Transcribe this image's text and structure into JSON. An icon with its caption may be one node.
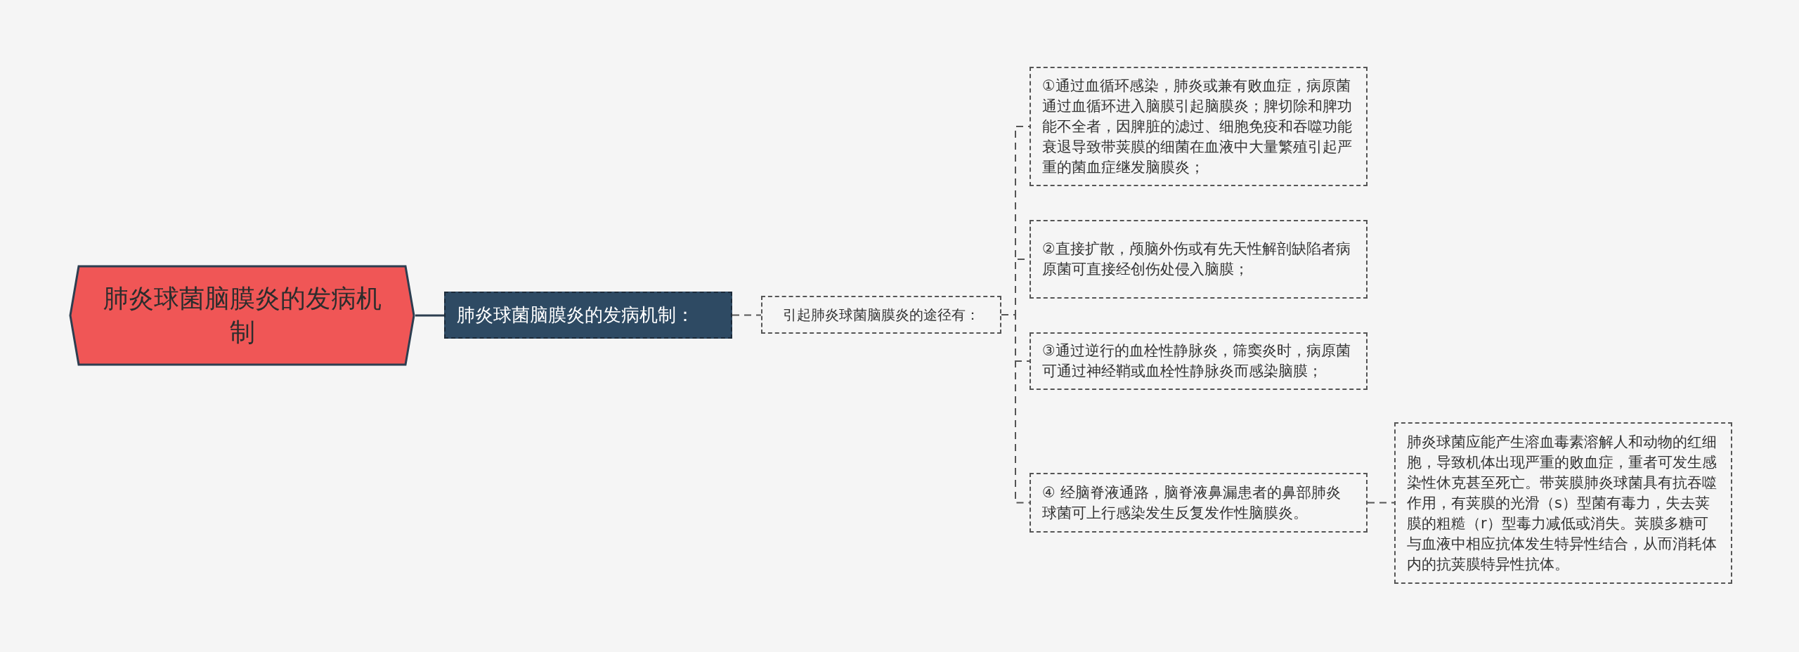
{
  "diagram": {
    "nodes": [
      {
        "text": [
          "肺炎球菌脑膜炎的发病机制"
        ]
      },
      {
        "text": [
          "肺炎球菌脑膜炎的发病机制："
        ]
      },
      {
        "text": [
          "引起肺炎球菌脑膜炎的途径有："
        ]
      },
      {
        "text": [
          "①通过血循环感染，肺炎或兼有败血症，病原菌通过血循环进入脑膜引起脑膜炎；脾切除和脾功能不全者，因脾脏的滤过、细胞免疫和吞噬功能衰退导致带荚膜的细菌在血液中大量繁殖引起严重的菌血症继发脑膜炎；"
        ]
      },
      {
        "text": [
          "②直接扩散，颅脑外伤或有先天性解剖缺陷者病原菌可直接经创伤处侵入脑膜；"
        ]
      },
      {
        "text": [
          "③通过逆行的血栓性静脉炎，筛窦炎时，病原菌可通过神经鞘或血栓性静脉炎而感染脑膜；"
        ]
      },
      {
        "text": [
          "④ 经脑脊液通路，脑脊液鼻漏患者的鼻部肺炎球菌可上行感染发生反复发作性脑膜炎。"
        ]
      },
      {
        "text": [
          "肺炎球菌应能产生溶血毒素溶解人和动物的红细胞，导致机体出现严重的败血症，重者可发生感染性休克甚至死亡。带荚膜肺炎球菌具有抗吞噬作用，有荚膜的光滑（s）型菌有毒力，失去荚膜的粗糙（r）型毒力减低或消失。荚膜多糖可与血液中相应抗体发生特异性结合，从而消耗体内的抗荚膜特异性抗体。"
        ]
      }
    ],
    "edges": [
      {
        "from": 0,
        "to": 1,
        "arrow": "none",
        "color": "#2d3e50"
      },
      {
        "from": 1,
        "to": 2,
        "arrow": "none",
        "style": "dashed"
      },
      {
        "from": 2,
        "to": 3,
        "arrow": "none",
        "style": "dashed"
      },
      {
        "from": 2,
        "to": 4,
        "arrow": "none",
        "style": "dashed"
      },
      {
        "from": 2,
        "to": 5,
        "arrow": "none",
        "style": "dashed"
      },
      {
        "from": 2,
        "to": 6,
        "arrow": "none",
        "style": "dashed"
      },
      {
        "from": 6,
        "to": 7,
        "arrow": "none",
        "style": "dashed"
      }
    ]
  }
}
